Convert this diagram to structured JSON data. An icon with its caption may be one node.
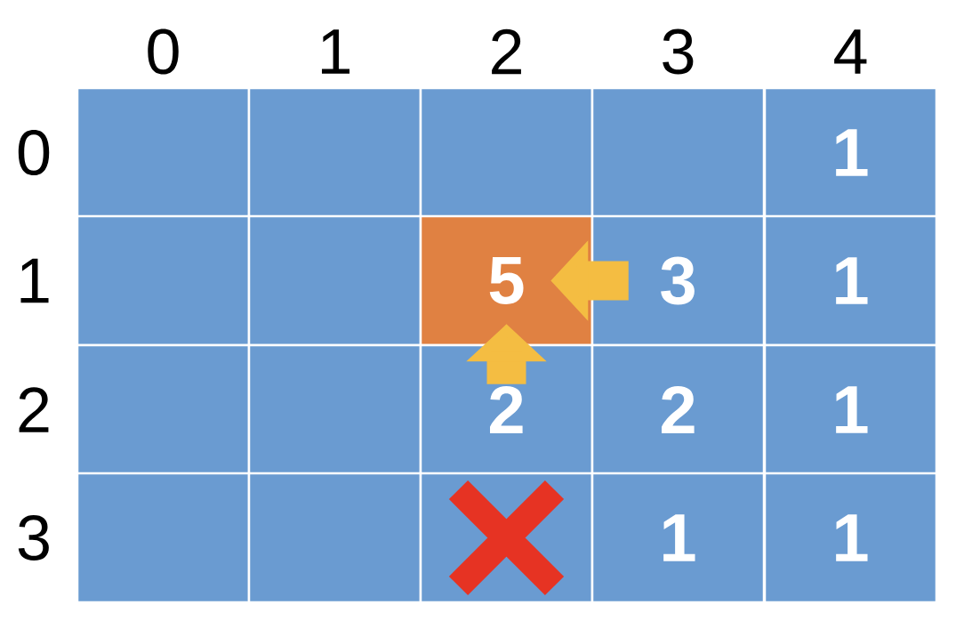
{
  "diagram": {
    "nodes": [
      {
        "text": [],
        "shape": "box"
      },
      {
        "text": [],
        "shape": "box"
      },
      {
        "text": [],
        "shape": "box"
      },
      {
        "text": [],
        "shape": "box"
      },
      {
        "text": [
          "1"
        ]
      },
      {
        "text": [],
        "shape": "box"
      },
      {
        "text": [],
        "shape": "box"
      },
      {
        "text": [
          "5"
        ]
      },
      {
        "text": [
          "3"
        ]
      },
      {
        "text": [
          "1"
        ]
      },
      {
        "text": [],
        "shape": "box"
      },
      {
        "text": [],
        "shape": "box"
      },
      {
        "text": [
          "2"
        ]
      },
      {
        "text": [
          "2"
        ]
      },
      {
        "text": [
          "1"
        ]
      },
      {
        "text": [],
        "shape": "box"
      },
      {
        "text": [],
        "shape": "box"
      },
      {
        "text": [],
        "shape": "box"
      },
      {
        "text": [
          "1"
        ]
      },
      {
        "text": [
          "1"
        ]
      },
      {
        "text": [],
        "shape": "cross",
        "in": 17
      }
    ],
    "edges": [
      {
        "from": 8,
        "to": 7,
        "arrow": "to"
      },
      {
        "from": 12,
        "to": 7,
        "arrow": "to"
      }
    ],
    "labels": [
      "0",
      "1",
      "2",
      "3",
      "4",
      "0",
      "1",
      "2",
      "3"
    ]
  }
}
